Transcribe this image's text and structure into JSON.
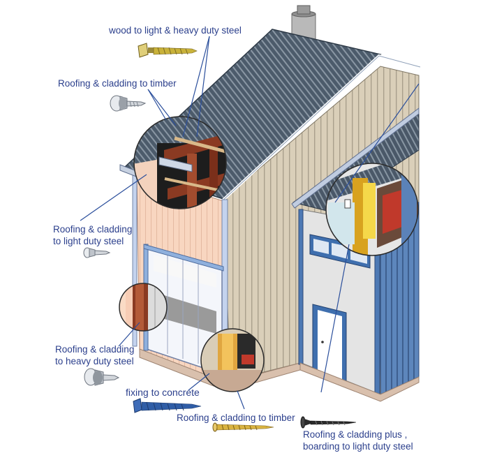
{
  "colors": {
    "label_text": "#2b3f8c",
    "roof": "#4a5a6a",
    "wall_cladding": "#d8ccb6",
    "gable_wall": "#f6d2bb",
    "annex_wall": "#e3e3e3",
    "annex_cladding": "#5b82b8",
    "timber": "#8a3a22",
    "steel_trim": "#b9c9e8",
    "concrete": "#c7a993",
    "leader_line": "#2b4f9c"
  },
  "labels": {
    "wood_to_steel": "wood to light & heavy duty steel",
    "roofing_timber_top": "Roofing & cladding to timber",
    "light_steel": [
      "Roofing & cladding",
      "to light duty steel"
    ],
    "heavy_steel": [
      "Roofing & cladding",
      "to heavy duty steel"
    ],
    "concrete": "fixing to concrete",
    "roofing_timber_bottom": "Roofing & cladding to timber",
    "boarding": [
      "Roofing & cladding plus ,",
      "boarding to light duty steel"
    ]
  },
  "screws": [
    {
      "icon": "self-drilling-screw-gold-icon",
      "color": "#c9b23a"
    },
    {
      "icon": "hex-head-screw-grey-icon",
      "color": "#c8ccd2"
    },
    {
      "icon": "hex-head-screw-small-icon",
      "color": "#c8ccd2"
    },
    {
      "icon": "hex-head-screw-large-icon",
      "color": "#c8ccd2"
    },
    {
      "icon": "concrete-screw-blue-icon",
      "color": "#2f5da6"
    },
    {
      "icon": "timber-screw-gold-icon",
      "color": "#d9b341"
    },
    {
      "icon": "bugle-head-screw-black-icon",
      "color": "#2a2a2a"
    }
  ]
}
